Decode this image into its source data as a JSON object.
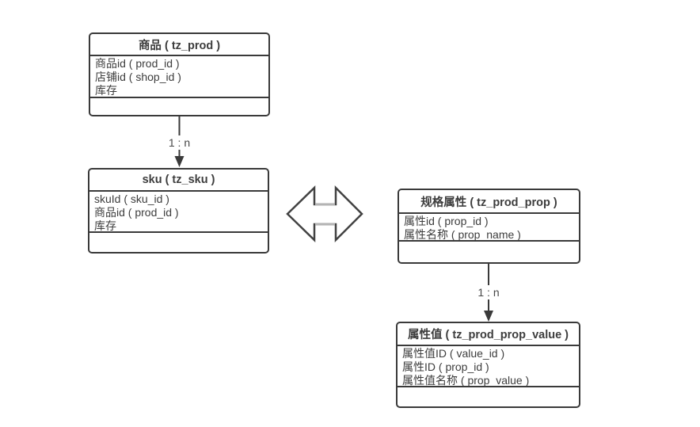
{
  "colors": {
    "background": "#ffffff",
    "line": "#3a3a3a",
    "text": "#3d3d3d",
    "notch_highlight": "#b4b4b4"
  },
  "tables": {
    "prod": {
      "title": "商品 ( tz_prod )",
      "fields": [
        "商品id ( prod_id )",
        "店铺id ( shop_id )",
        "库存"
      ]
    },
    "sku": {
      "title": "sku ( tz_sku )",
      "fields": [
        "skuId ( sku_id )",
        "商品id ( prod_id )",
        "库存"
      ]
    },
    "prop": {
      "title": "规格属性 ( tz_prod_prop )",
      "fields": [
        "属性id ( prop_id )",
        "属性名称 ( prop_name )"
      ]
    },
    "prop_value": {
      "title": "属性值 ( tz_prod_prop_value )",
      "fields": [
        "属性值ID ( value_id )",
        "属性ID ( prop_id )",
        "属性值名称 ( prop_value )"
      ]
    }
  },
  "relations": {
    "prod_to_sku": {
      "label": "1 : n"
    },
    "prop_to_value": {
      "label": "1 : n"
    }
  }
}
